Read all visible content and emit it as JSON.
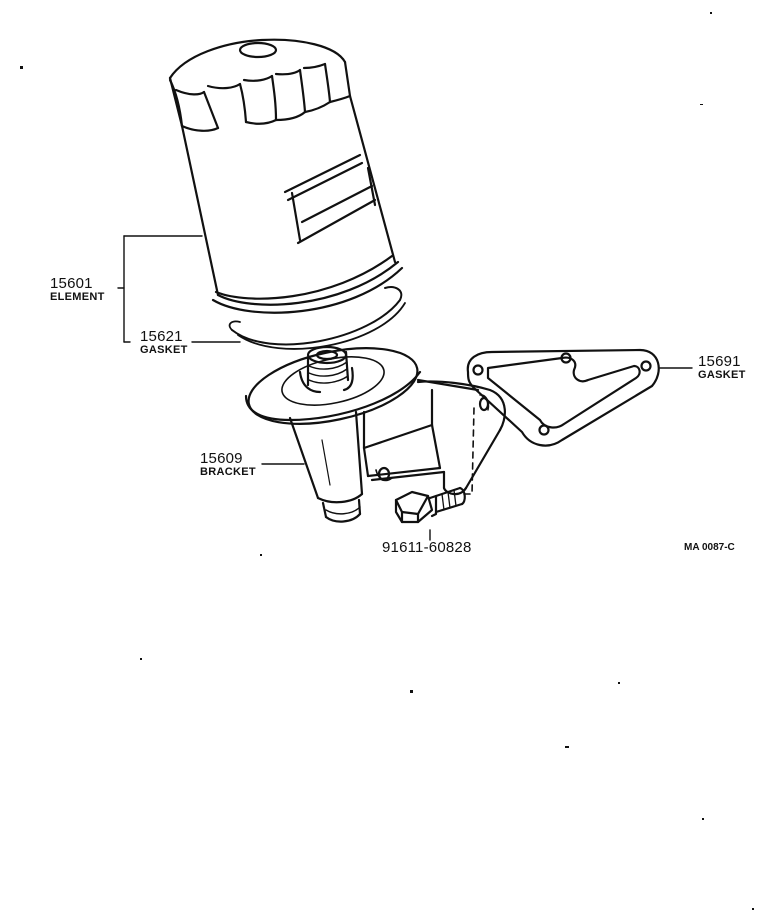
{
  "parts": {
    "element": {
      "number": "15601",
      "name": "ELEMENT"
    },
    "gasket_element": {
      "number": "15621",
      "name": "GASKET"
    },
    "bracket": {
      "number": "15609",
      "name": "BRACKET"
    },
    "gasket_bracket": {
      "number": "15691",
      "name": "GASKET"
    },
    "bolt": {
      "number": "91611-60828"
    }
  },
  "drawing_code": "MA 0087-C",
  "colors": {
    "ink": "#111111",
    "paper": "#ffffff"
  }
}
